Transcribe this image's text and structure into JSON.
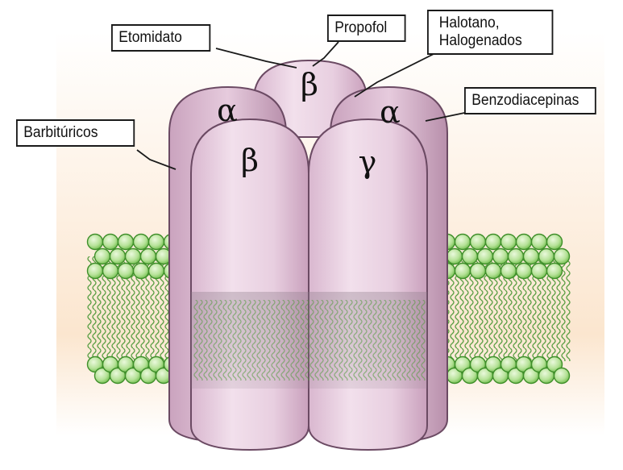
{
  "labels": {
    "etomidato": "Etomidato",
    "propofol": "Propofol",
    "halotano_line1": "Halotano,",
    "halotano_line2": "Halogenados",
    "benzodiacepinas": "Benzodiacepinas",
    "barbituricos": "Barbitúricos"
  },
  "subunits": {
    "back_beta": "β",
    "left_alpha": "α",
    "right_alpha": "α",
    "front_beta": "β",
    "front_gamma": "γ"
  },
  "colors": {
    "subunit_fill": "#e7cfe0",
    "subunit_stroke": "#6b4a63",
    "lipid_head": "#b9e39a",
    "lipid_head_stroke": "#3f8f2a",
    "lipid_tail": "#4f9a3a",
    "background_top": "#fbe6cf"
  }
}
